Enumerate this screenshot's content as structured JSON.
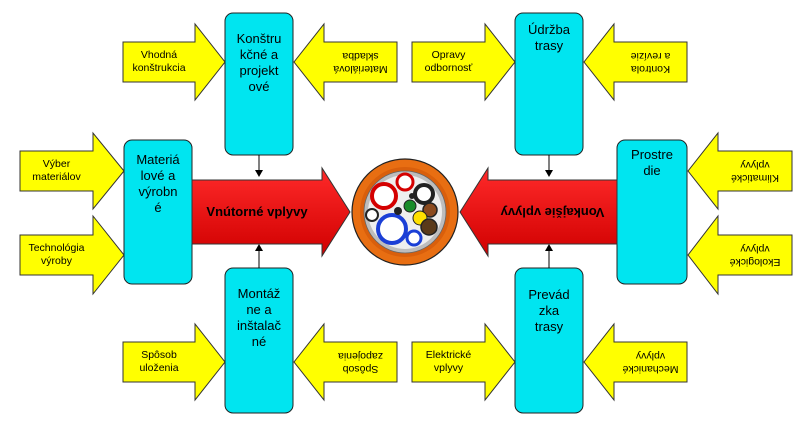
{
  "diagram": {
    "center": {
      "name": "cable-cross-section"
    },
    "internal": {
      "label": "Vnútorné vplyvy",
      "boxes": {
        "top": "Konštru\nkčné a\nprojekt\nové",
        "left": "Materiá\nlové a\nvýrobn\né",
        "bottom": "Montáž\nne a\ninštalač\nné"
      },
      "inputs": {
        "top_left": "Vhodná\nkonštrukcia",
        "top_right": "Materiálová\nskladba",
        "left_top": "Výber\nmateriálov",
        "left_bottom": "Technológia\nvýroby",
        "bottom_left": "Spôsob\nuloženia",
        "bottom_right": "Spôsob\nzapojenia"
      }
    },
    "external": {
      "label": "Vonkajšie vplyvy",
      "boxes": {
        "top": "Údržba\ntrasy",
        "right": "Prostre\ndie",
        "bottom": "Prevád\nzka\ntrasy"
      },
      "inputs": {
        "top_left": "Opravy\nodbornosť",
        "top_right": "Kontrola\na revízie",
        "right_top": "Klimatické\nvplyvy",
        "right_bottom": "Ekologické\nvplyvy",
        "bottom_left": "Elektrické\nvplyvy",
        "bottom_right": "Mechanické\nvplyvy"
      }
    },
    "colors": {
      "box": "#00e5f0",
      "input_arrow": "#ffff00",
      "main_arrow": "#ff0000",
      "cable_sheath": "#e06a10"
    }
  }
}
